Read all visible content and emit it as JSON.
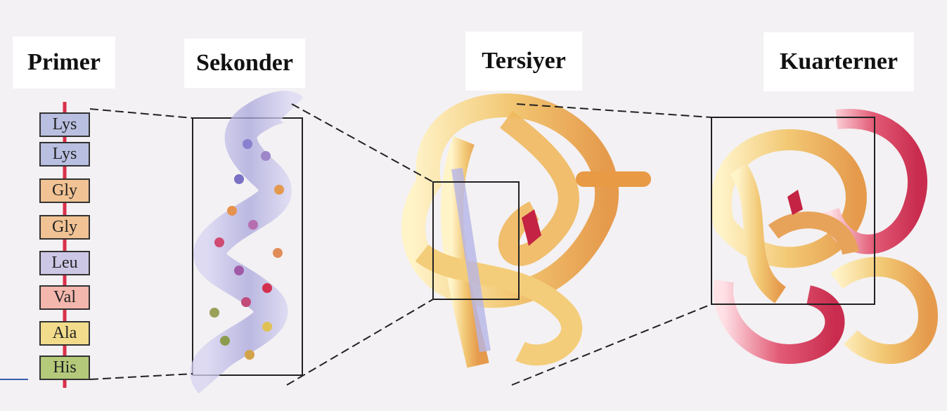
{
  "titles": {
    "primer": "Primer",
    "sekonder": "Sekonder",
    "tersiyer": "Tersiyer",
    "kuarterner": "Kuarterner"
  },
  "primer_chain": [
    {
      "label": "Lys",
      "color": "#b9bfe0"
    },
    {
      "label": "Lys",
      "color": "#b9bfe0"
    },
    {
      "label": "Gly",
      "color": "#f1c294"
    },
    {
      "label": "Gly",
      "color": "#f1c294"
    },
    {
      "label": "Leu",
      "color": "#cdc7e6"
    },
    {
      "label": "Val",
      "color": "#f4b7ad"
    },
    {
      "label": "Ala",
      "color": "#f2dc8c"
    },
    {
      "label": "His",
      "color": "#b4c97a"
    }
  ],
  "colors": {
    "backbone": "#d9304a",
    "helix": "#b7b6e8",
    "tertiary": "#f0c97a",
    "quaternary_red": "#e3546e"
  }
}
